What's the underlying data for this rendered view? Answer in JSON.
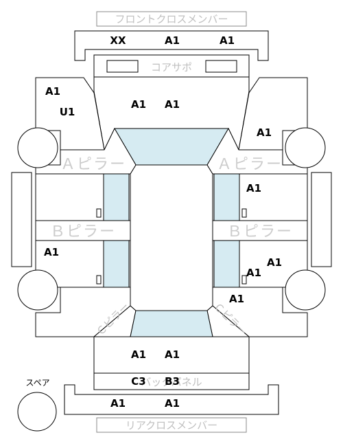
{
  "labels": {
    "front_cross_member": "フロントクロスメンバー",
    "core_support": "コアサポ",
    "a_pillar_left": "Ａピラー",
    "a_pillar_right": "Ａピラー",
    "b_pillar_left": "Ｂピラー",
    "b_pillar_right": "Ｂピラー",
    "c_pillar_left": "Ｃピラー",
    "c_pillar_right": "Ｃピラー",
    "back_panel": "バックパネル",
    "rear_cross_member": "リアクロスメンバー",
    "spare": "スペア"
  },
  "grades": {
    "front_cross_left": "XX",
    "front_cross_center": "A1",
    "front_cross_right": "A1",
    "front_fender_left_1": "A1",
    "front_fender_left_2": "U1",
    "hood_1": "A1",
    "hood_2": "A1",
    "front_fender_right": "A1",
    "front_door_right": "A1",
    "rear_door_left": "A1",
    "rear_door_right_1": "A1",
    "rear_door_right_2": "A1",
    "quarter_right": "A1",
    "trunk_1": "A1",
    "trunk_2": "A1",
    "back_panel_1": "C3",
    "back_panel_2": "B3",
    "rear_cross_1": "A1",
    "rear_cross_2": "A1"
  }
}
